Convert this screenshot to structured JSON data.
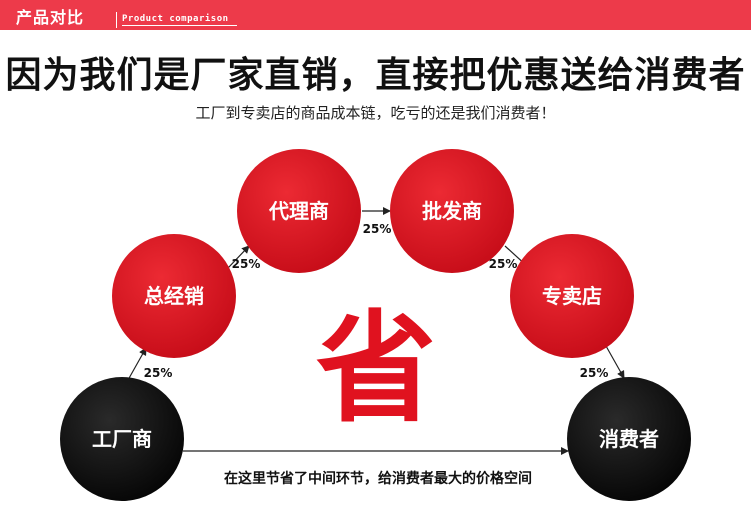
{
  "header": {
    "section_title": "产品对比",
    "section_subtitle": "Product comparison",
    "accent_color": "#ed3a4a"
  },
  "headline": "因为我们是厂家直销，直接把优惠送给消费者",
  "subline": "工厂到专卖店的商品成本链，吃亏的还是我们消费者！",
  "diagram": {
    "nodes": {
      "factory": "工厂商",
      "distributor": "总经销",
      "agent": "代理商",
      "wholesaler": "批发商",
      "store": "专卖店",
      "consumer": "消费者"
    },
    "markups": {
      "factory_to_distributor": "25%",
      "distributor_to_agent": "25%",
      "agent_to_wholesaler": "25%",
      "wholesaler_to_store": "25%",
      "store_to_consumer": "25%"
    },
    "center_word": "省",
    "bottom_note": "在这里节省了中间环节，给消费者最大的价格空间",
    "colors": {
      "intermediary": "#d7111e",
      "endpoint": "#0d0d0d",
      "center_word": "#e0121f"
    }
  }
}
